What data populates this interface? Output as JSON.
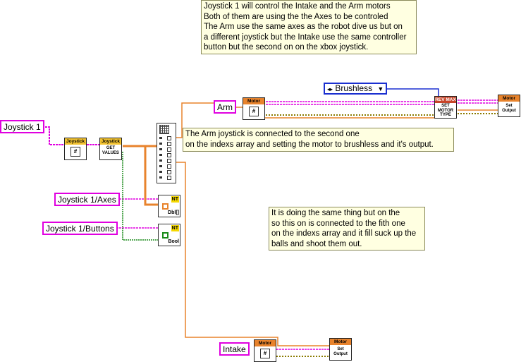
{
  "notes": {
    "top": "Joystick 1 will control the Intake and the Arm motors\nBoth of them are using the the Axes to be controled\nThe Arm use the same axes as the robot dive us but on\na different joystick but the Intake use the same controller\nbutton but the second on on the xbox joystick.",
    "arm": "The Arm joystick is connected to the second one\non the indexs array and setting the motor to brushless and it's output.",
    "intake": "It is doing the same thing but on the\nso this on is connected to the fith one\non the indexs array and it fill suck up the\nballs and shoot them out."
  },
  "controls": {
    "joystick1": "Joystick 1",
    "axes": "Joystick 1/Axes",
    "buttons": "Joystick 1/Buttons",
    "arm": "Arm",
    "intake": "Intake"
  },
  "enum": {
    "value": "Brushless",
    "arrow": "▼",
    "prefix": "◂▸"
  },
  "vis": {
    "joystick_ref": {
      "header": "Joystick",
      "body": "#"
    },
    "joystick_get": {
      "header": "Joystick",
      "body": "GET\nVALUES"
    },
    "arm_motor_ref": {
      "header": "Motor",
      "body": "#"
    },
    "rev_set_type": {
      "header": "REV MAX",
      "body": "SET\nMOTOR\nTYPE"
    },
    "arm_set_output": {
      "header": "Motor",
      "body": "Set\nOutput"
    },
    "intake_motor_ref": {
      "header": "Motor",
      "body": "#"
    },
    "intake_set_output": {
      "header": "Motor",
      "body": "Set\nOutput"
    }
  },
  "nt": {
    "axes": {
      "tag": "NT",
      "type": "Dbl[]"
    },
    "buttons": {
      "tag": "NT",
      "type": "Bool"
    }
  },
  "colors": {
    "control_border": "#e000e0",
    "note_bg": "#ffffe1",
    "refnum_wire": "#e000e0",
    "numeric_wire": "#e8832c",
    "bool_wire": "#1a8a1a",
    "error_wire": "#8a7a00",
    "enum_wire": "#1a2fd0"
  }
}
